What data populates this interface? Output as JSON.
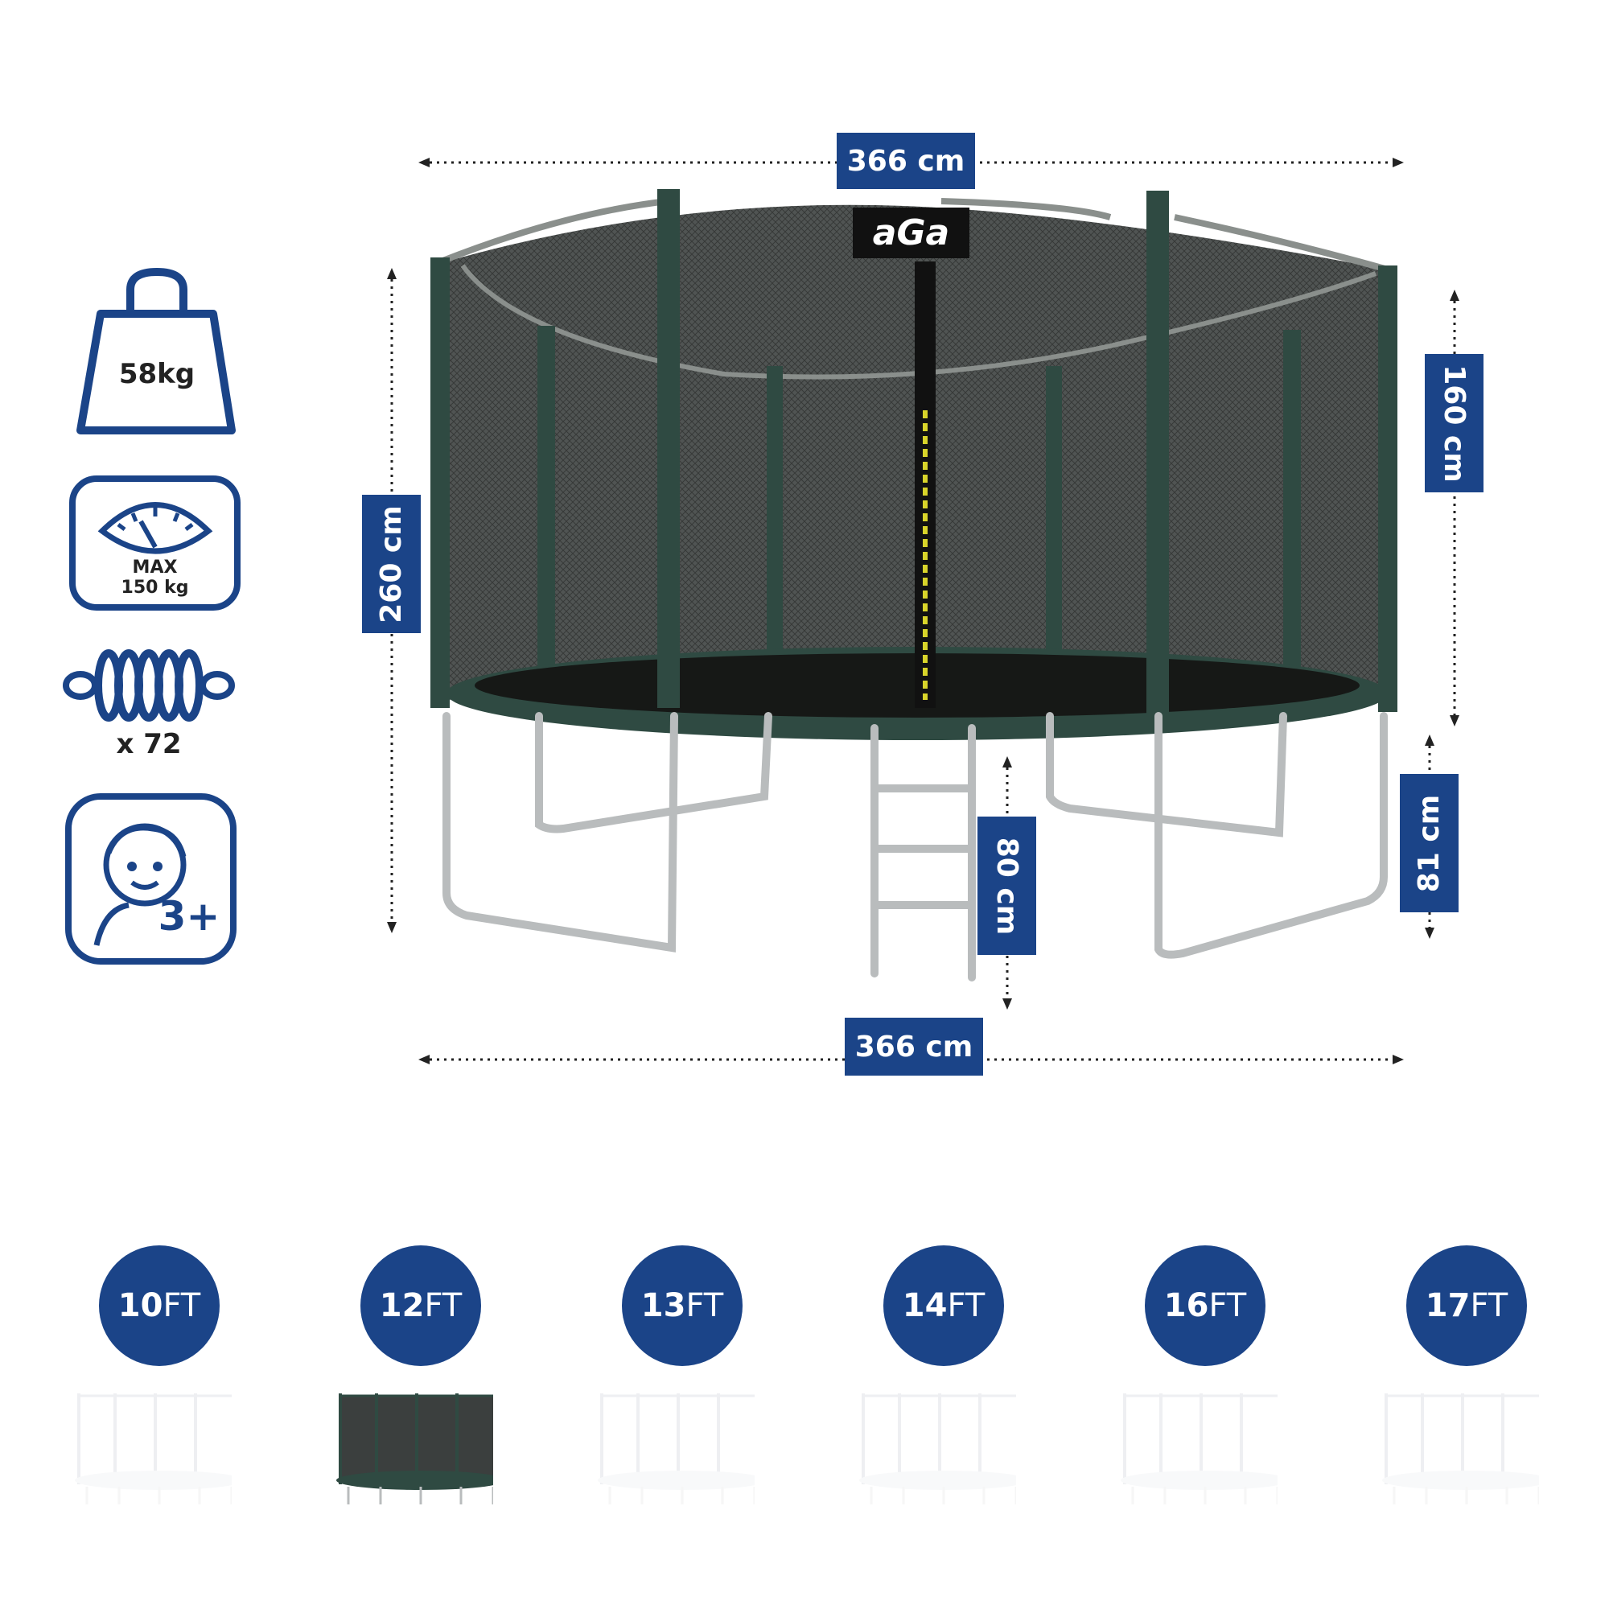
{
  "brand": {
    "logo_text": "aGa"
  },
  "dimensions": {
    "width_top": "366 cm",
    "width_bottom": "366 cm",
    "total_height": "260 cm",
    "net_height": "160 cm",
    "frame_height": "81 cm",
    "ladder_height": "80 cm"
  },
  "specs": {
    "weight": "58kg",
    "max_load_line1": "MAX",
    "max_load_line2": "150 kg",
    "springs": "x 72",
    "age": "3+"
  },
  "sizes": [
    {
      "num": "10",
      "unit": "FT",
      "selected": false
    },
    {
      "num": "12",
      "unit": "FT",
      "selected": true
    },
    {
      "num": "13",
      "unit": "FT",
      "selected": false
    },
    {
      "num": "14",
      "unit": "FT",
      "selected": false
    },
    {
      "num": "16",
      "unit": "FT",
      "selected": false
    },
    {
      "num": "17",
      "unit": "FT",
      "selected": false
    }
  ],
  "colors": {
    "accent": "#1b4488",
    "frame_green": "#2f4a42",
    "net": "#3a3d3c"
  }
}
